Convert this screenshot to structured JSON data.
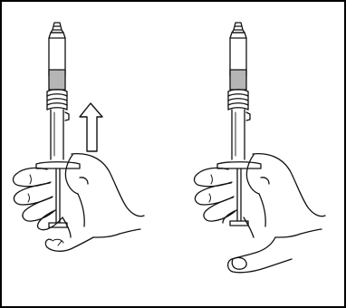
{
  "figure": {
    "panels": [
      {
        "id": "left",
        "shows_arrow": true,
        "arrow_direction": "up"
      },
      {
        "id": "right",
        "shows_arrow": false
      }
    ],
    "colors": {
      "frame": "#000000",
      "ink": "#111111",
      "background": "#ffffff",
      "rubber_band": "#b5b5b5"
    }
  }
}
